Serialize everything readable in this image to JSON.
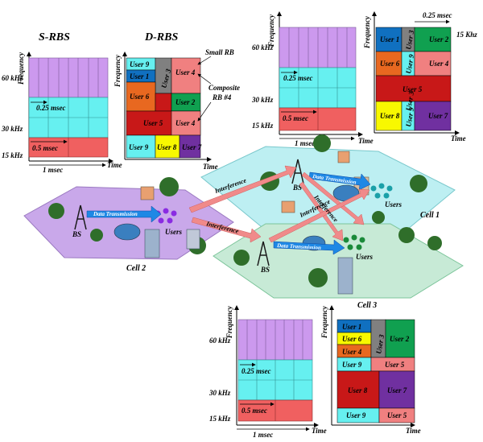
{
  "titles": {
    "srbs": "S-RBS",
    "drbs": "D-RBS"
  },
  "axes": {
    "frequency": "Frequency",
    "time": "Time"
  },
  "srbs_chart": {
    "f60": "60 kHz",
    "f30": "30 kHz",
    "f15": "15 kHz",
    "t025": "0.25 msec",
    "t05": "0.5 msec",
    "t1": "1 msec"
  },
  "top_right_chart": {
    "f60": "60 kHz",
    "f30": "30 kHz",
    "f15": "15 kHz",
    "t025": "0.25 msec",
    "t05": "0.5 msec",
    "t1": "1 msec"
  },
  "bottom_chart": {
    "f60": "60 kHz",
    "f30": "30 kHz",
    "f15": "15 kHz",
    "t025": "0.25 msec",
    "t05": "0.5 msec",
    "t1": "1 msec"
  },
  "drbs_grid": {
    "annotation_small": "Small RB",
    "annotation_composite_1": "Composite",
    "annotation_composite_2": "RB #4",
    "cells": [
      "User 9",
      "User 1",
      "User 3",
      "User 4",
      "User 6",
      "User 2",
      "User 5",
      "User 4",
      "User 9",
      "User 8",
      "User 7"
    ]
  },
  "top_right_grid": {
    "unit_time": "0.25 msec",
    "unit_freq": "15 Khz",
    "cells": [
      "User 1",
      "User 3",
      "User 2",
      "User 6",
      "User 9",
      "User 4",
      "User 5",
      "User 8",
      "User 9",
      "User 3",
      "User 7"
    ]
  },
  "bottom_right_grid": {
    "cells": [
      "User 1",
      "User 6",
      "User 4",
      "User 3",
      "User 2",
      "User 9",
      "User 5",
      "User 8",
      "User 7",
      "User 9",
      "User 5"
    ]
  },
  "network": {
    "cell1": "Cell 1",
    "cell2": "Cell 2",
    "cell3": "Cell 3",
    "bs": "BS",
    "users": "Users",
    "data_tx": "Data Transmission",
    "interference": "Interference"
  },
  "colors": {
    "purple": "#cc99ee",
    "cyan": "#66f0f0",
    "salmon": "#f06060",
    "blue": "#1070c0",
    "gray": "#808080",
    "orange": "#e86820",
    "green": "#10a050",
    "red": "#c81818",
    "yellow": "#f8f800",
    "violet": "#7030a0",
    "pink": "#f08080"
  }
}
